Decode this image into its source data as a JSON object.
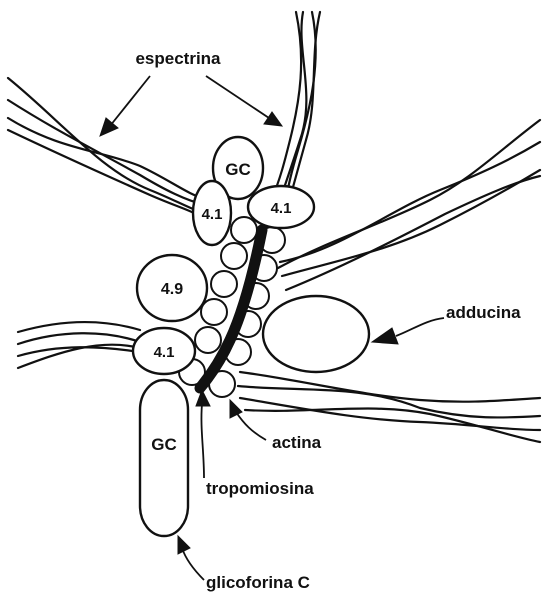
{
  "labels": {
    "espectrina": "espectrina",
    "adducina": "adducina",
    "actina": "actina",
    "tropomiosina": "tropomiosina",
    "glicoforina": "glicoforina C"
  },
  "proteins": {
    "gc_top": "GC",
    "p41_left": "4.1",
    "p41_right": "4.1",
    "p49": "4.9",
    "p41_bottom": "4.1",
    "gc_bottom": "GC"
  }
}
